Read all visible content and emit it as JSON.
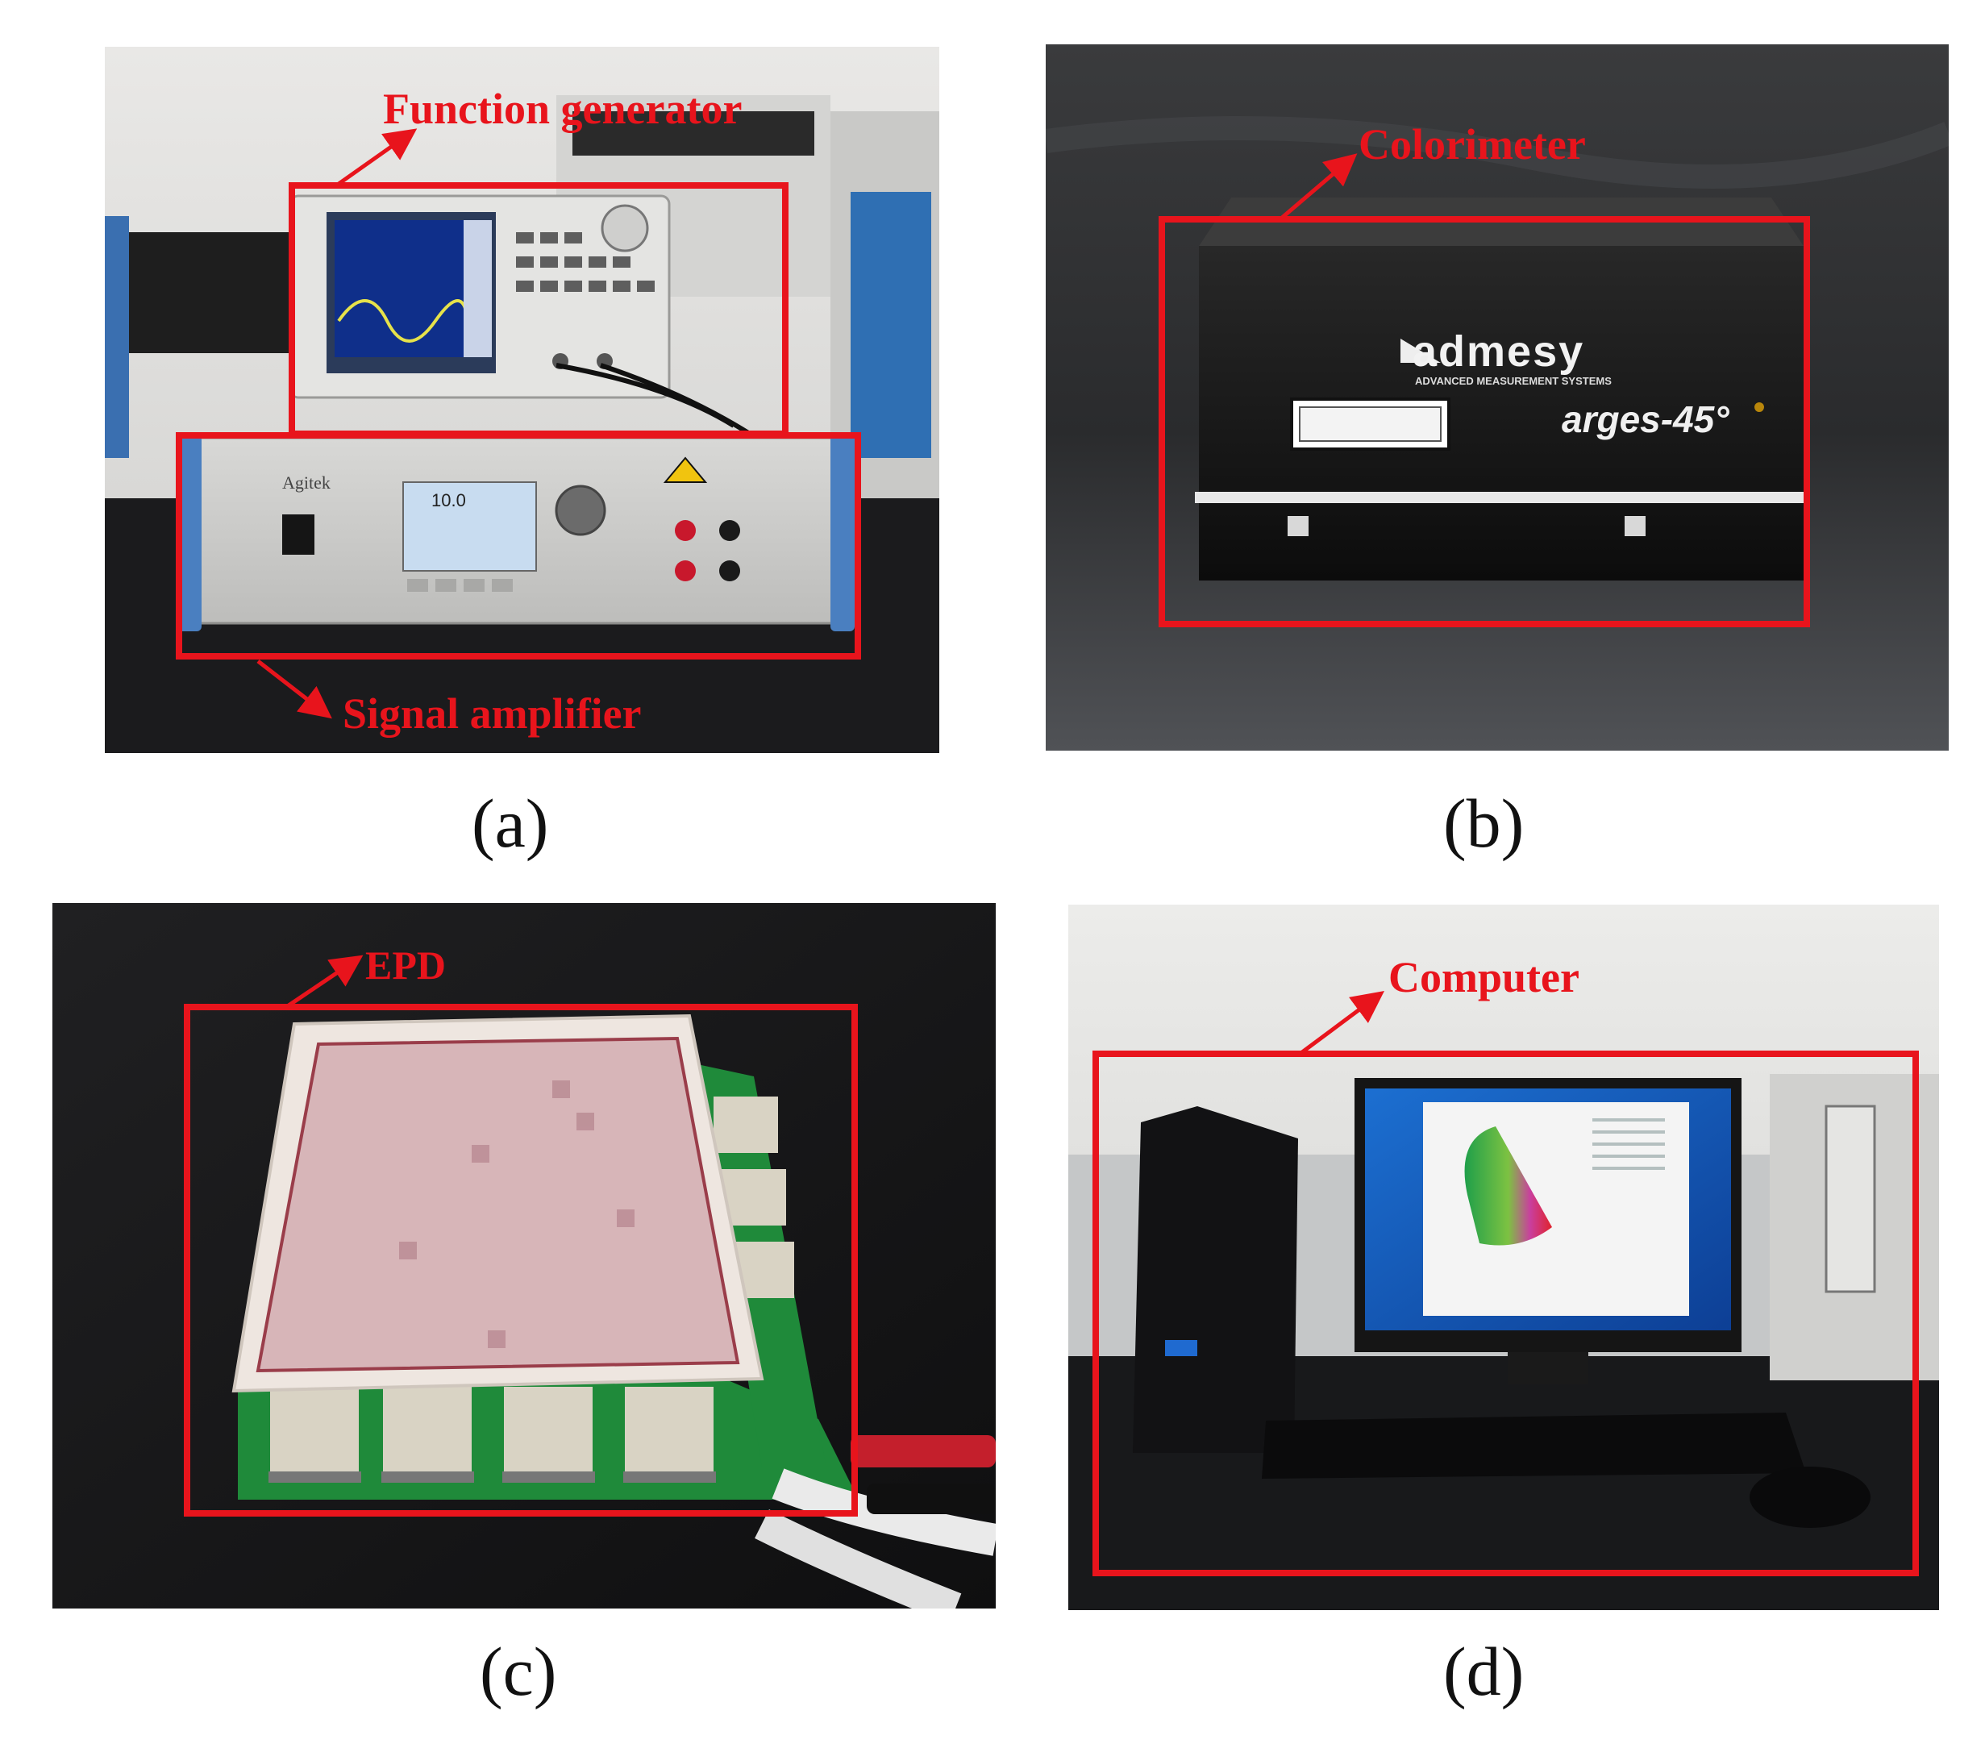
{
  "panels": {
    "a": {
      "caption": "(a)",
      "labels": {
        "function_generator": "Function generator",
        "signal_amplifier": "Signal amplifier"
      },
      "device_text": {
        "amp_brand": "Agitek",
        "amp_display": "10.0"
      }
    },
    "b": {
      "caption": "(b)",
      "labels": {
        "colorimeter": "Colorimeter"
      },
      "device_text": {
        "brand": "admesy",
        "tagline": "ADVANCED MEASUREMENT SYSTEMS",
        "model": "arges-45°"
      }
    },
    "c": {
      "caption": "(c)",
      "labels": {
        "epd": "EPD"
      }
    },
    "d": {
      "caption": "(d)",
      "labels": {
        "computer": "Computer"
      }
    }
  },
  "colors": {
    "annotation_red": "#e8141c",
    "caption_text": "#111111"
  }
}
